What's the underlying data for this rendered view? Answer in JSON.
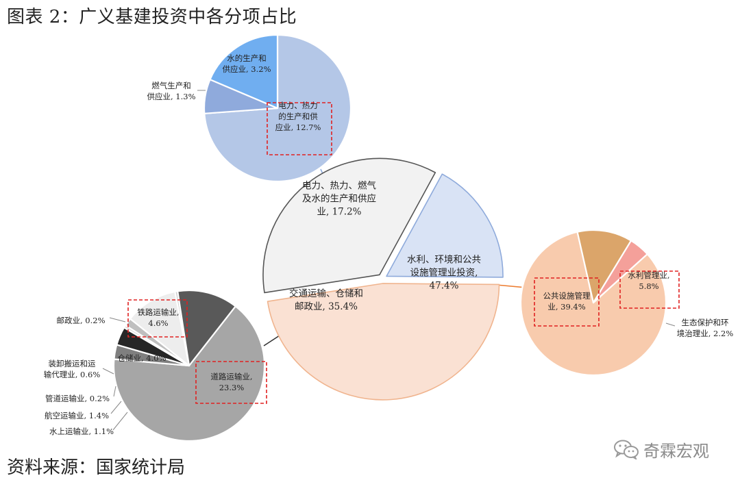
{
  "title": "图表 2：广义基建投资中各分项占比",
  "source": "资料来源：国家统计局",
  "brand": {
    "name": "奇霖宏观",
    "icon": "wechat-icon"
  },
  "chart_data": [
    {
      "id": "main",
      "type": "pie",
      "slices": [
        {
          "label": "水利、环境和公共设施管理业投资",
          "value": 47.4,
          "display": "水利、环境和公共\n设施管理业投资,\n47.4%",
          "color": "#fae1d3",
          "stroke": "#f0b48e"
        },
        {
          "label": "交通运输、仓储和邮政业",
          "value": 35.4,
          "display": "交通运输、仓储和\n邮政业, 35.4%",
          "color": "#f2f2f2",
          "stroke": "#555555"
        },
        {
          "label": "电力、热力、燃气及水的生产和供应业",
          "value": 17.2,
          "display": "电力、热力、燃气\n及水的生产和供应\n业, 17.2%",
          "color": "#d9e3f5",
          "stroke": "#8eaadb"
        }
      ]
    },
    {
      "id": "power",
      "type": "pie",
      "slices": [
        {
          "label": "电力、热力的生产和供应业",
          "value": 12.7,
          "display": "电力、热力\n的生产和供\n应业, 12.7%",
          "color": "#b4c7e7",
          "highlight": true
        },
        {
          "label": "燃气生产和供应业",
          "value": 1.3,
          "display": "燃气生产和\n供应业, 1.3%",
          "color": "#8faadc"
        },
        {
          "label": "水的生产和供应业",
          "value": 3.2,
          "display": "水的生产和\n供应业, 3.2%",
          "color": "#70aef0"
        }
      ]
    },
    {
      "id": "transport",
      "type": "pie",
      "slices": [
        {
          "label": "道路运输业",
          "value": 23.3,
          "display": "道路运输业,\n23.3%",
          "color": "#a6a6a6",
          "highlight": true
        },
        {
          "label": "水上运输业",
          "value": 1.1,
          "display": "水上运输业, 1.1%",
          "color": "#7f7f7f"
        },
        {
          "label": "航空运输业",
          "value": 1.4,
          "display": "航空运输业, 1.4%",
          "color": "#262626"
        },
        {
          "label": "管道运输业",
          "value": 0.2,
          "display": "管道运输业, 0.2%",
          "color": "#d9d9d9"
        },
        {
          "label": "装卸搬运和运输代理业",
          "value": 0.6,
          "display": "装卸搬运和运\n输代理业, 0.6%",
          "color": "#bfbfbf"
        },
        {
          "label": "仓储业",
          "value": 4.0,
          "display": "仓储业, 4.0%",
          "color": "#ededed"
        },
        {
          "label": "邮政业",
          "value": 0.2,
          "display": "邮政业, 0.2%",
          "color": "#d0d0d0"
        },
        {
          "label": "铁路运输业",
          "value": 4.6,
          "display": "铁路运输业,\n4.6%",
          "color": "#595959",
          "highlight": true
        }
      ]
    },
    {
      "id": "water",
      "type": "pie",
      "slices": [
        {
          "label": "公共设施管理业",
          "value": 39.4,
          "display": "公共设施管理\n业, 39.4%",
          "color": "#f8cbad",
          "highlight": true
        },
        {
          "label": "水利管理业",
          "value": 5.8,
          "display": "水利管理业,\n5.8%",
          "color": "#dba56a",
          "highlight": true
        },
        {
          "label": "生态保护和环境治理业",
          "value": 2.2,
          "display": "生态保护和环\n境治理业, 2.2%",
          "color": "#f4a09a"
        }
      ]
    }
  ]
}
